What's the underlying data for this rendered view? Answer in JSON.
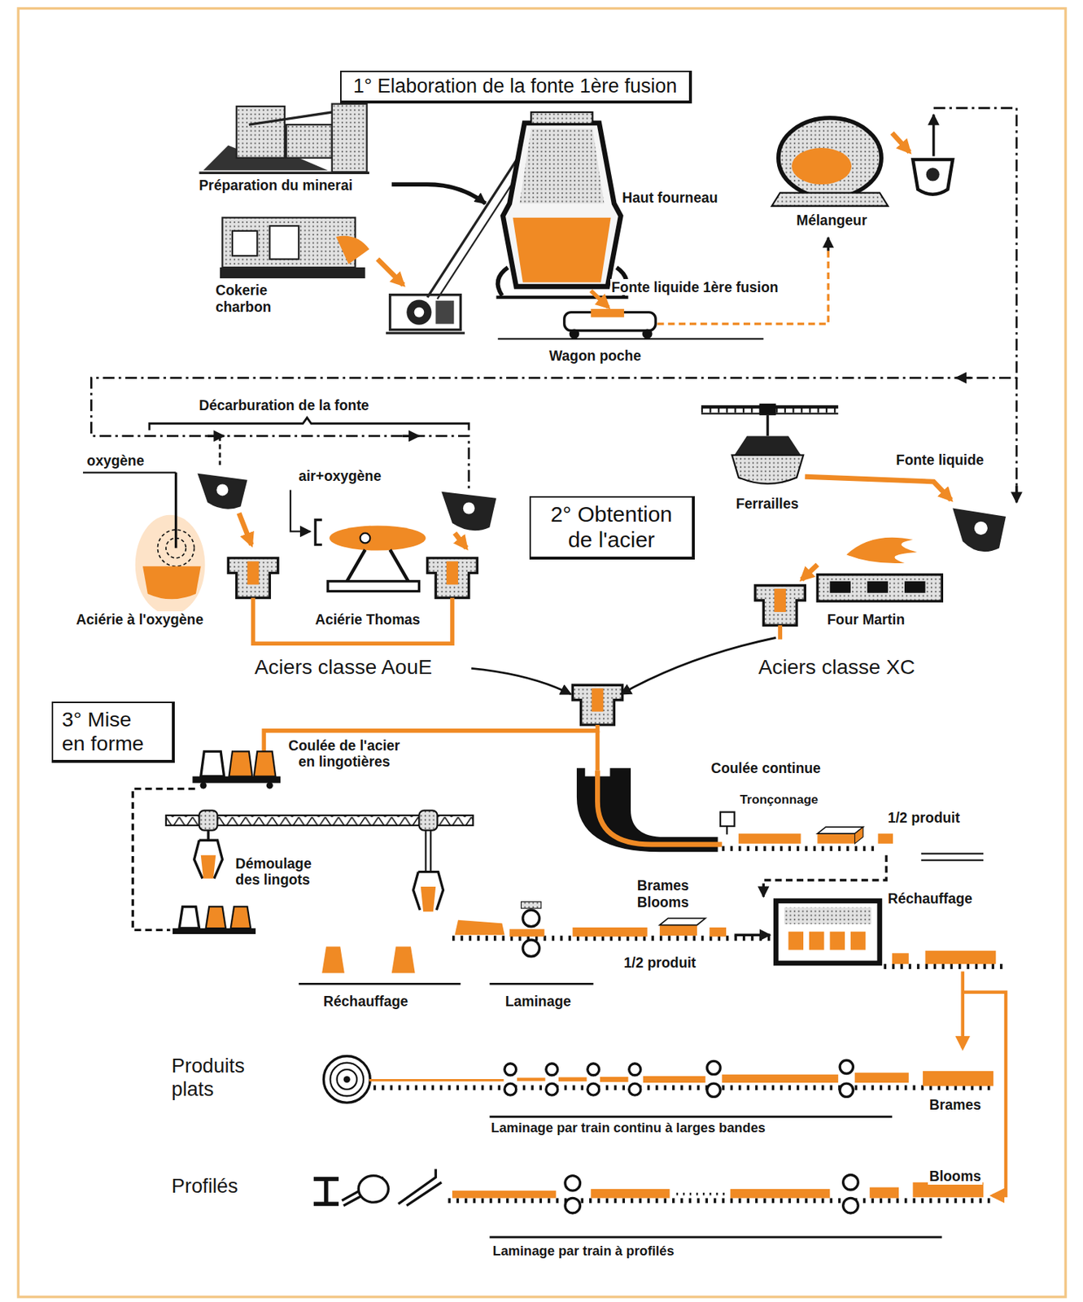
{
  "diagram": {
    "nodes": [
      {
        "text": [
          "1° Elaboration de la fonte 1ère fusion"
        ]
      },
      {
        "text": [
          "2° Obtention de l'acier"
        ]
      },
      {
        "text": [
          "3° Mise en forme"
        ]
      }
    ],
    "labels": [
      "Préparation du minerai",
      "Haut fourneau",
      "Mélangeur",
      "Cokerie charbon",
      "Fonte liquide 1ère fusion",
      "Wagon poche",
      "Décarburation de la fonte",
      "oxygène",
      "air+oxygène",
      "Fonte liquide",
      "Ferrailles",
      "Aciérie à l'oxygène",
      "Aciérie Thomas",
      "Four Martin",
      "Aciers classe AouE",
      "Aciers classe XC",
      "Coulée de l'acier en lingotières",
      "Coulée continue",
      "Tronçonnage",
      "1/2 produit",
      "Démoulage des lingots",
      "Brames Blooms",
      "Réchauffage",
      "1/2 produit",
      "Réchauffage",
      "Laminage",
      "Produits plats",
      "Brames",
      "Laminage par train continu à larges bandes",
      "Profilés",
      "Blooms",
      "Laminage par train à profilés"
    ]
  }
}
